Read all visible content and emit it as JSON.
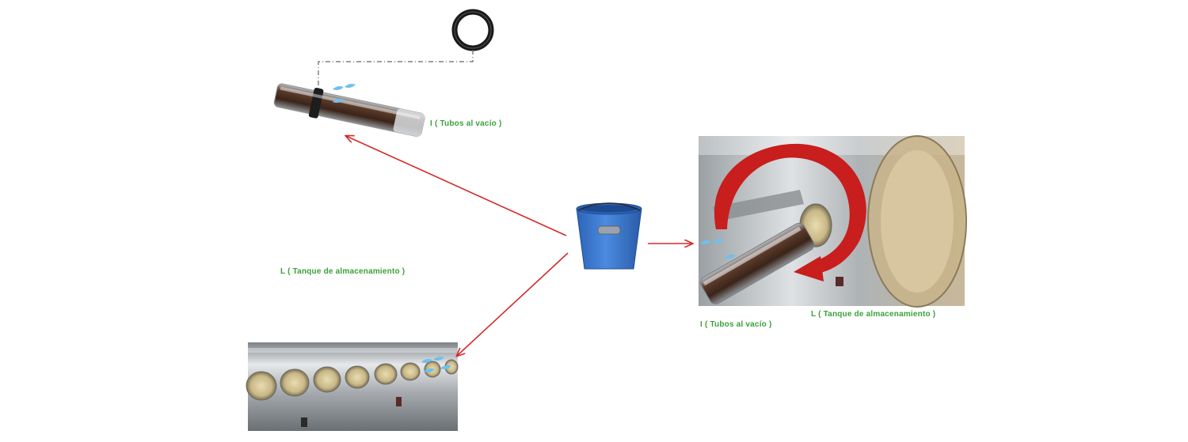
{
  "labels": {
    "tube_top": "I ( Tubos al vacío )",
    "tank_left": "L ( Tanque de almacenamiento )",
    "tube_right": "I ( Tubos al vacío )",
    "tank_right": "L ( Tanque de almacenamiento )"
  },
  "colors": {
    "label_text": "#3aa13a",
    "arrow": "#d42a2a",
    "big_arrow": "#c81e1e",
    "bucket": "#3c7ad0",
    "water_drop": "#6fc0ee",
    "steel": "#b8bcc0",
    "tube_copper": "#5a3a2a",
    "ring": "#1a1a1a"
  }
}
